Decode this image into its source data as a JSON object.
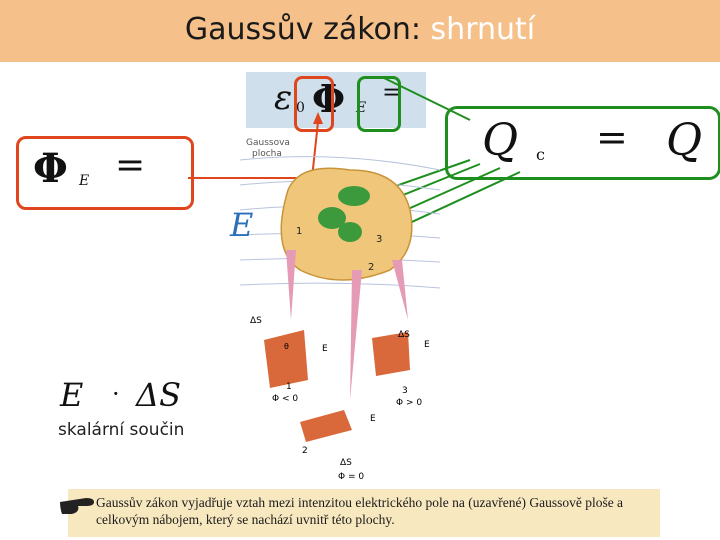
{
  "header": {
    "title_main": "Gaussův zákon:",
    "title_accent": "shrnutí"
  },
  "equations": {
    "top": {
      "eps": "ε",
      "sub0": "0",
      "phi": "Φ",
      "subE": "E",
      "eq": "="
    },
    "left_box": {
      "phi": "Φ",
      "subE": "E",
      "eq": "="
    },
    "right_box": {
      "q": "Q",
      "subc": "c",
      "eq": "=",
      "q2": "Q"
    }
  },
  "figure": {
    "gauss_label_line1": "Gaussova",
    "gauss_label_line2": "plocha",
    "field_E": "E",
    "num1": "1",
    "num2": "2",
    "num3": "3",
    "ds": "ΔS",
    "vecE": "E",
    "theta": "θ",
    "phi_lt0": "Φ < 0",
    "phi_gt0": "Φ > 0",
    "phi_eq0": "Φ = 0"
  },
  "dot_product": {
    "E": "E",
    "dot": "·",
    "dS": "ΔS"
  },
  "scalar_label": "skalární součin",
  "note": "Gaussův zákon vyjadřuje vztah mezi intenzitou elektrického pole na (uzavřené) Gaussově ploše a celkovým nábojem, který se nachází uvnitř této plochy.",
  "colors": {
    "header_bg": "#f5c089",
    "red_box": "#e0461e",
    "green_box": "#1e8f1e",
    "note_bg": "#f7e8bf"
  }
}
